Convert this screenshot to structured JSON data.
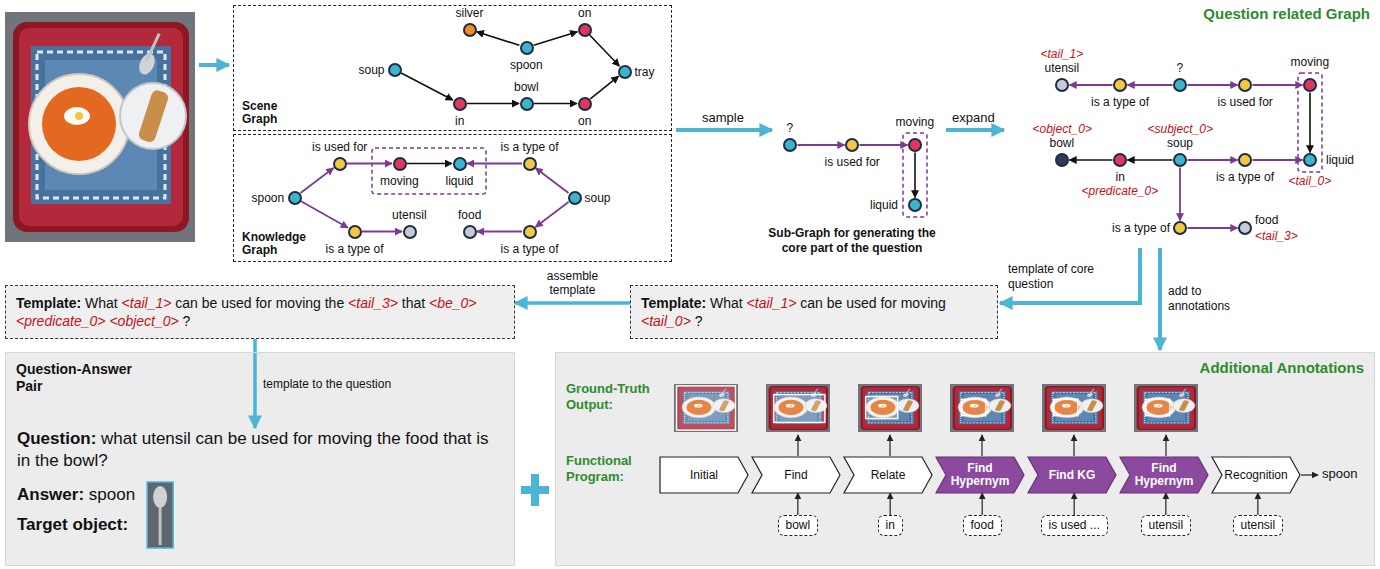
{
  "diagram": {
    "nodes": [
      {
        "text": [
          "Scene Graph"
        ]
      },
      {
        "text": [
          "silver"
        ],
        "in": 0
      },
      {
        "text": [
          "spoon"
        ],
        "in": 0
      },
      {
        "text": [
          "on"
        ],
        "in": 0
      },
      {
        "text": [
          "tray"
        ],
        "in": 0
      },
      {
        "text": [
          "soup"
        ],
        "in": 0
      },
      {
        "text": [
          "in"
        ],
        "in": 0
      },
      {
        "text": [
          "bowl"
        ],
        "in": 0
      },
      {
        "text": [
          "on"
        ],
        "in": 0
      },
      {
        "text": [
          "Knowledge Graph"
        ]
      },
      {
        "text": [
          "is used for"
        ],
        "in": 9
      },
      {
        "text": [
          "moving"
        ],
        "in": 9
      },
      {
        "text": [
          "liquid"
        ],
        "in": 9
      },
      {
        "text": [
          "is a type of"
        ],
        "in": 9
      },
      {
        "text": [
          "spoon"
        ],
        "in": 9
      },
      {
        "text": [
          "soup"
        ],
        "in": 9
      },
      {
        "text": [
          "is a type of"
        ],
        "in": 9
      },
      {
        "text": [
          "utensil"
        ],
        "in": 9
      },
      {
        "text": [
          "food"
        ],
        "in": 9
      },
      {
        "text": [
          "is a type of"
        ],
        "in": 9
      },
      {
        "text": [
          "?"
        ]
      },
      {
        "text": [
          "is used for"
        ]
      },
      {
        "text": [
          "moving"
        ]
      },
      {
        "text": [
          "liquid"
        ]
      },
      {
        "text": [
          "<tail_1>",
          "utensil"
        ]
      },
      {
        "text": [
          "is a type of"
        ]
      },
      {
        "text": [
          "?"
        ]
      },
      {
        "text": [
          "is used for"
        ]
      },
      {
        "text": [
          "moving"
        ]
      },
      {
        "text": [
          "<object_0>",
          "bowl"
        ]
      },
      {
        "text": [
          "in",
          "<predicate_0>"
        ]
      },
      {
        "text": [
          "<subject_0>",
          "soup"
        ]
      },
      {
        "text": [
          "is a type of"
        ]
      },
      {
        "text": [
          "liquid",
          "<tail_0>"
        ]
      },
      {
        "text": [
          "is a type of"
        ]
      },
      {
        "text": [
          "food",
          "<tail_3>"
        ]
      },
      {
        "text": [
          "Template: What <tail_1> can be used for moving the <tail_3> that <be_0> <predicate_0> <object_0> ?"
        ]
      },
      {
        "text": [
          "Template: What <tail_1> can be used for moving <tail_0> ?"
        ]
      },
      {
        "text": [
          "Question-Answer Pair"
        ]
      },
      {
        "text": [
          "Question: what utensil can be used for moving the food that is in the bowl?",
          "Answer: spoon",
          "Target object:"
        ],
        "in": 38
      },
      {
        "text": [
          "Additional Annotations",
          "Ground-Truth Output:",
          "Functional Program:"
        ]
      },
      {
        "text": [
          "Initial"
        ],
        "in": 40
      },
      {
        "text": [
          "Find"
        ],
        "in": 40
      },
      {
        "text": [
          "Relate"
        ],
        "in": 40
      },
      {
        "text": [
          "Find Hypernym"
        ],
        "in": 40
      },
      {
        "text": [
          "Find KG"
        ],
        "in": 40
      },
      {
        "text": [
          "Find Hypernym"
        ],
        "in": 40
      },
      {
        "text": [
          "Recognition"
        ],
        "in": 40
      },
      {
        "text": [
          "bowl"
        ],
        "in": 40
      },
      {
        "text": [
          "in"
        ],
        "in": 40
      },
      {
        "text": [
          "food"
        ],
        "in": 40
      },
      {
        "text": [
          "is used ..."
        ],
        "in": 40
      },
      {
        "text": [
          "utensil"
        ],
        "in": 40
      },
      {
        "text": [
          "utensil"
        ],
        "in": 40
      }
    ],
    "edges": [
      {
        "from": 2,
        "to": 1,
        "arrow": "to"
      },
      {
        "from": 2,
        "to": 3,
        "arrow": "to"
      },
      {
        "from": 3,
        "to": 4,
        "arrow": "to"
      },
      {
        "from": 5,
        "to": 6,
        "arrow": "to"
      },
      {
        "from": 6,
        "to": 7,
        "arrow": "to"
      },
      {
        "from": 7,
        "to": 8,
        "arrow": "to"
      },
      {
        "from": 8,
        "to": 4,
        "arrow": "to"
      },
      {
        "from": 14,
        "to": 10,
        "arrow": "to"
      },
      {
        "from": 10,
        "to": 11,
        "arrow": "to"
      },
      {
        "from": 11,
        "to": 12,
        "arrow": "to"
      },
      {
        "from": 15,
        "to": 13,
        "arrow": "to"
      },
      {
        "from": 13,
        "to": 12,
        "arrow": "to"
      },
      {
        "from": 14,
        "to": 16,
        "arrow": "to"
      },
      {
        "from": 16,
        "to": 17,
        "arrow": "to"
      },
      {
        "from": 15,
        "to": 19,
        "arrow": "to"
      },
      {
        "from": 19,
        "to": 18,
        "arrow": "to"
      },
      {
        "from": 20,
        "to": 21,
        "arrow": "to"
      },
      {
        "from": 21,
        "to": 22,
        "arrow": "to"
      },
      {
        "from": 22,
        "to": 23,
        "arrow": "to"
      },
      {
        "from": 26,
        "to": 25,
        "arrow": "to"
      },
      {
        "from": 25,
        "to": 24,
        "arrow": "to"
      },
      {
        "from": 26,
        "to": 27,
        "arrow": "to"
      },
      {
        "from": 27,
        "to": 28,
        "arrow": "to"
      },
      {
        "from": 28,
        "to": 33,
        "arrow": "to"
      },
      {
        "from": 31,
        "to": 30,
        "arrow": "to"
      },
      {
        "from": 30,
        "to": 29,
        "arrow": "to"
      },
      {
        "from": 31,
        "to": 32,
        "arrow": "to"
      },
      {
        "from": 32,
        "to": 33,
        "arrow": "to"
      },
      {
        "from": 31,
        "to": 34,
        "arrow": "to"
      },
      {
        "from": 34,
        "to": 35,
        "arrow": "to"
      },
      {
        "from": 37,
        "to": 36,
        "arrow": "to",
        "label": "assemble template"
      },
      {
        "from": 36,
        "to": 39,
        "arrow": "to",
        "label": "template to the question"
      },
      {
        "from": 48,
        "to": 42,
        "arrow": "to"
      },
      {
        "from": 49,
        "to": 43,
        "arrow": "to"
      },
      {
        "from": 50,
        "to": 44,
        "arrow": "to"
      },
      {
        "from": 51,
        "to": 45,
        "arrow": "to"
      },
      {
        "from": 52,
        "to": 46,
        "arrow": "to"
      },
      {
        "from": 53,
        "to": 47,
        "arrow": "to"
      }
    ],
    "labels": [
      "Question related Graph",
      "sample",
      "expand",
      "Sub-Graph for generating the core part of the question",
      "template of core question",
      "add to annotations",
      "spoon"
    ]
  }
}
